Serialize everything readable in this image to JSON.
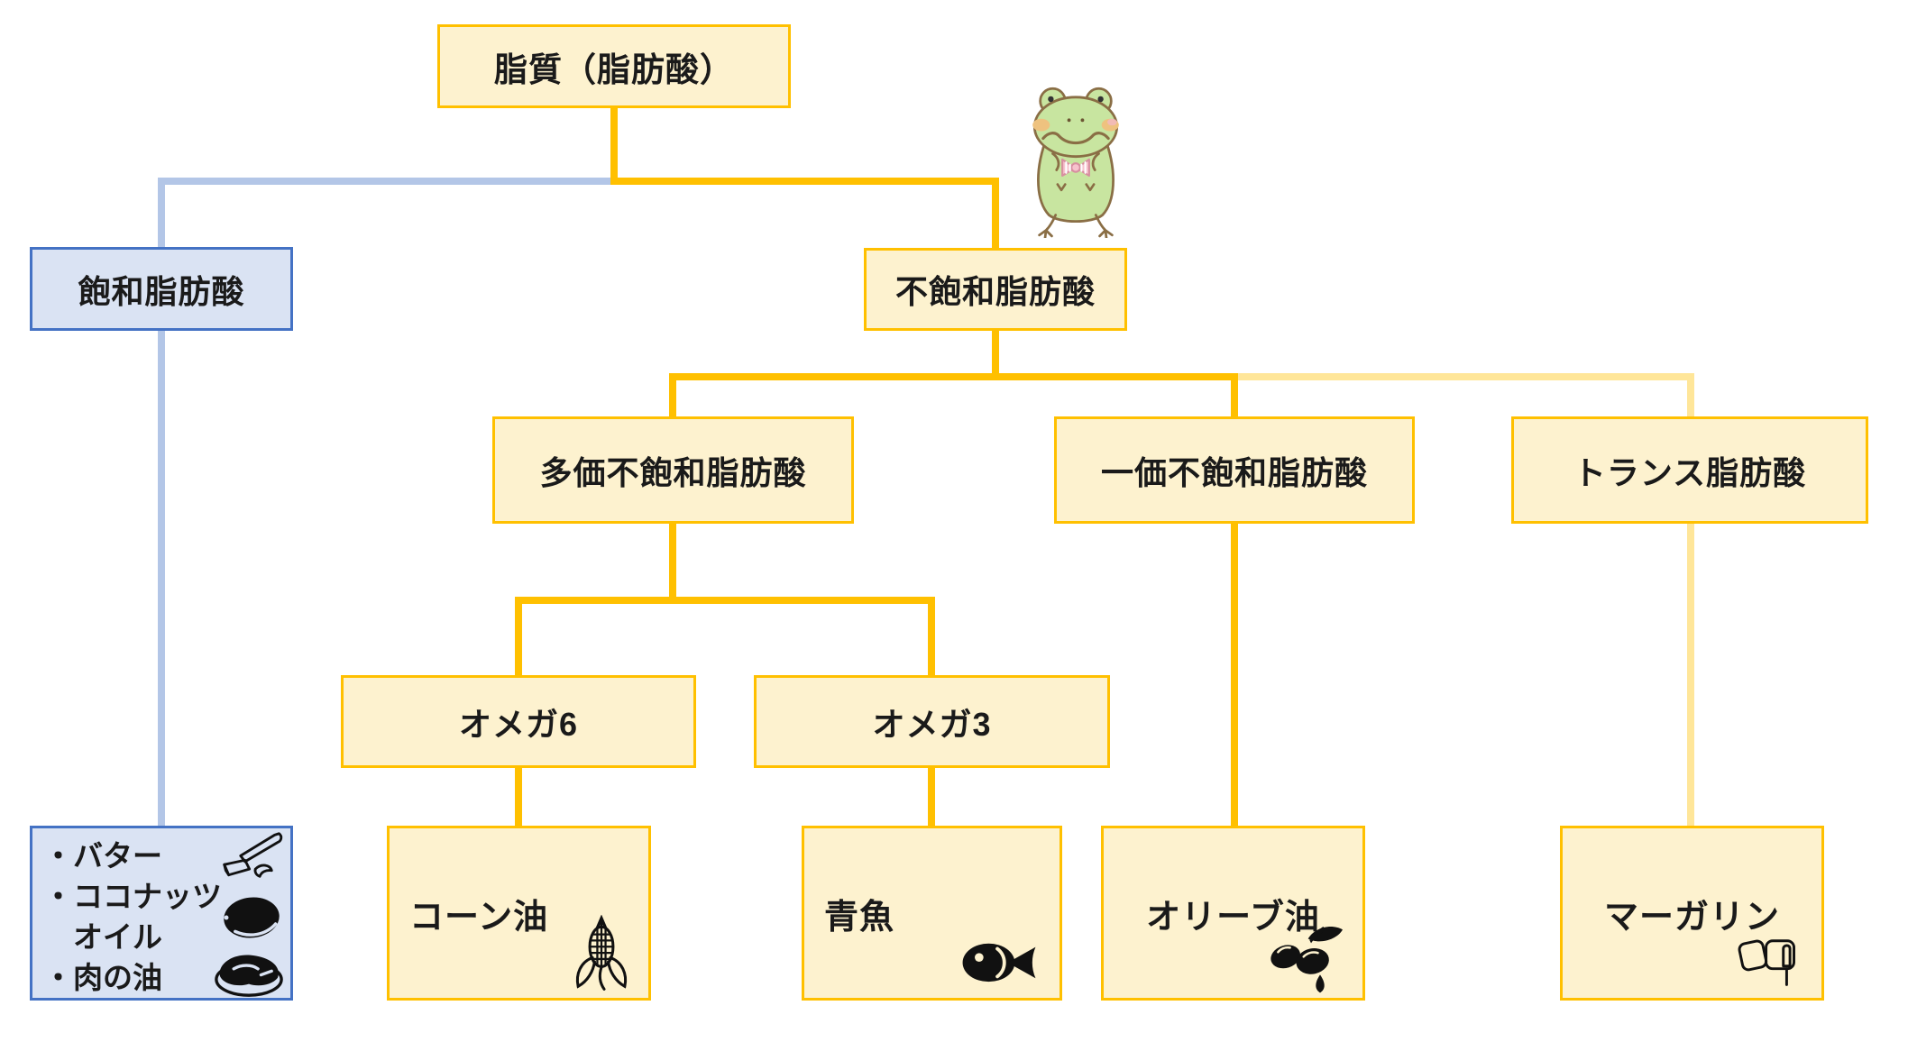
{
  "nodes": {
    "root": {
      "label": "脂質（脂肪酸）"
    },
    "saturated": {
      "label": "飽和脂肪酸"
    },
    "unsaturated": {
      "label": "不飽和脂肪酸"
    },
    "polyunsaturated": {
      "label": "多価不飽和脂肪酸"
    },
    "monounsaturated": {
      "label": "一価不飽和脂肪酸"
    },
    "trans": {
      "label": "トランス脂肪酸"
    },
    "omega6": {
      "label": "オメガ6"
    },
    "omega3": {
      "label": "オメガ3"
    },
    "corn_oil": {
      "label": "コーン油",
      "icon": "corn-icon"
    },
    "blue_fish": {
      "label": "青魚",
      "icon": "fish-icon"
    },
    "olive_oil": {
      "label": "オリーブ油",
      "icon": "olive-icon"
    },
    "margarine": {
      "label": "マーガリン",
      "icon": "margarine-icon"
    },
    "saturated_examples": {
      "lines": [
        "・バター",
        "・ココナッツ",
        "　オイル",
        "・肉の油"
      ],
      "icons": [
        "butter-knife-icon",
        "coconut-icon",
        "meat-icon"
      ]
    }
  },
  "mascot": {
    "name": "frog-character"
  },
  "colors": {
    "yellow_fill": "#FDF2CF",
    "orange_border": "#FFC000",
    "light_orange_line": "#FFE699",
    "blue_fill": "#DAE3F3",
    "blue_border": "#4472C4",
    "blue_line": "#B3C6E7",
    "text": "#1A1A1A",
    "icon_black": "#111111"
  }
}
